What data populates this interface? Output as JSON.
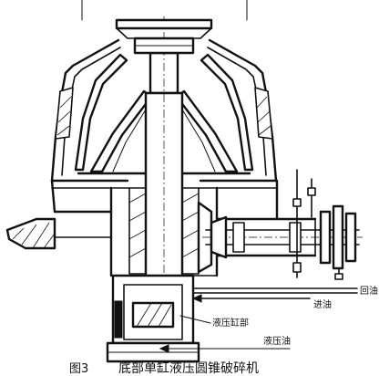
{
  "labels": {
    "return_oil": "回油",
    "inlet_oil": "进油",
    "cylinder_part": "液压缸部",
    "hydraulic_oil": "液压油"
  },
  "caption": {
    "figure_number": "图3",
    "title": "底部单缸液压圆锥破碎机"
  }
}
